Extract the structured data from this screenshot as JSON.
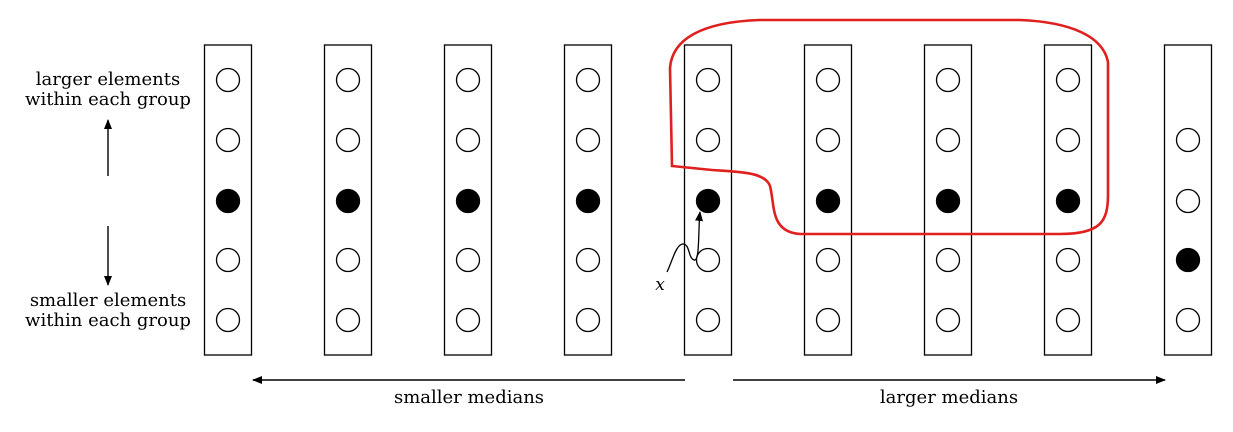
{
  "labels": {
    "larger_line1": "larger elements",
    "larger_line2": "within each group",
    "smaller_line1": "smaller elements",
    "smaller_line2": "within each group",
    "smaller_medians": "smaller medians",
    "larger_medians": "larger medians",
    "x_label": "x"
  },
  "groups": [
    {
      "circles": [
        "empty",
        "empty",
        "median",
        "empty",
        "empty"
      ]
    },
    {
      "circles": [
        "empty",
        "empty",
        "median",
        "empty",
        "empty"
      ]
    },
    {
      "circles": [
        "empty",
        "empty",
        "median",
        "empty",
        "empty"
      ]
    },
    {
      "circles": [
        "empty",
        "empty",
        "median",
        "empty",
        "empty"
      ]
    },
    {
      "circles": [
        "empty",
        "empty",
        "median",
        "empty",
        "empty"
      ]
    },
    {
      "circles": [
        "empty",
        "empty",
        "median",
        "empty",
        "empty"
      ]
    },
    {
      "circles": [
        "empty",
        "empty",
        "median",
        "empty",
        "empty"
      ]
    },
    {
      "circles": [
        "empty",
        "empty",
        "median",
        "empty",
        "empty"
      ]
    },
    {
      "circles": [
        null,
        "empty",
        "empty",
        "median",
        "empty"
      ]
    }
  ],
  "colors": {
    "stroke": "#000000",
    "median_fill": "#000000",
    "highlight": "#e0201e"
  }
}
